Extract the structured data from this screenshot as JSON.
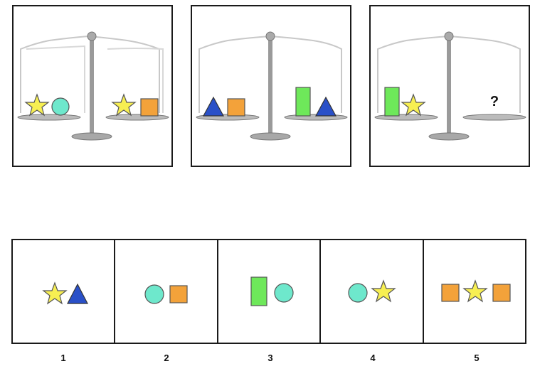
{
  "puzzle": {
    "balances": [
      {
        "left_items": [
          "star-icon",
          "circle-icon"
        ],
        "right_items": [
          "star-icon",
          "square-icon"
        ]
      },
      {
        "left_items": [
          "triangle-icon",
          "square-icon"
        ],
        "right_items": [
          "rectangle-icon",
          "triangle-icon"
        ]
      },
      {
        "left_items": [
          "rectangle-icon",
          "star-icon"
        ],
        "right_items": [],
        "right_label": "?"
      }
    ]
  },
  "options": [
    {
      "number": "1",
      "items": [
        "star-icon",
        "triangle-icon"
      ]
    },
    {
      "number": "2",
      "items": [
        "circle-icon",
        "square-icon"
      ]
    },
    {
      "number": "3",
      "items": [
        "rectangle-icon",
        "circle-icon"
      ]
    },
    {
      "number": "4",
      "items": [
        "circle-icon",
        "star-icon"
      ]
    },
    {
      "number": "5",
      "items": [
        "square-icon",
        "star-icon",
        "square-icon"
      ]
    }
  ],
  "colors": {
    "star": "#f7ef52",
    "circle": "#6ee8cc",
    "square": "#f3a23a",
    "triangle": "#2a50c8",
    "rectangle": "#6ee85a",
    "scale": "#9a9a9a"
  }
}
